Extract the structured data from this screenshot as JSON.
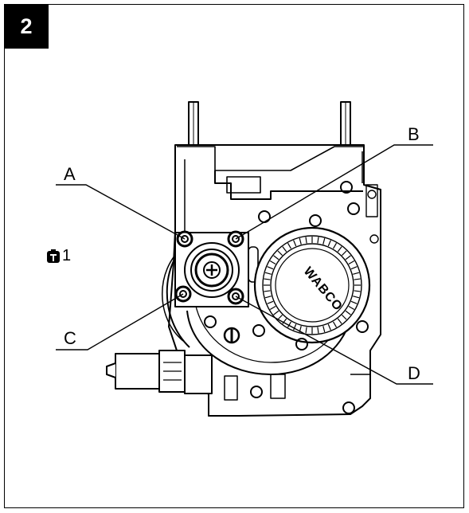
{
  "figure": {
    "number": "2"
  },
  "tool_reference": {
    "icon": "torque-tool-icon",
    "text": "1"
  },
  "callouts": {
    "a": "A",
    "b": "B",
    "c": "C",
    "d": "D"
  },
  "device": {
    "brand_text": "WABCO"
  }
}
